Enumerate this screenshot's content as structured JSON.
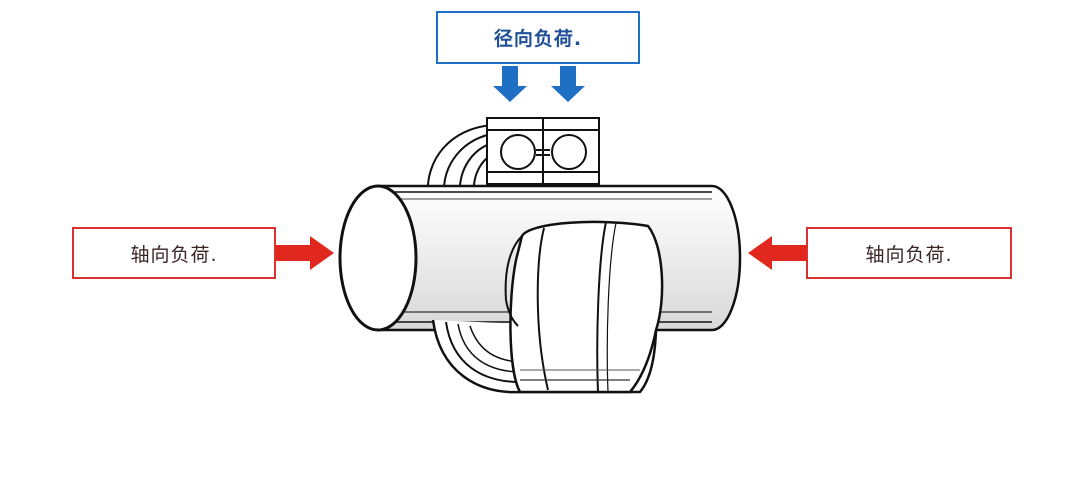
{
  "labels": {
    "radial_load": "径向负荷.",
    "axial_load_left": "轴向负荷.",
    "axial_load_right": "轴向负荷."
  },
  "colors": {
    "radial": "#1f6fc4",
    "axial": "#d8322f",
    "outline": "#111111"
  },
  "icons": {
    "radial_arrows": "arrow-down-icon",
    "axial_left_arrow": "arrow-right-icon",
    "axial_right_arrow": "arrow-left-icon"
  }
}
